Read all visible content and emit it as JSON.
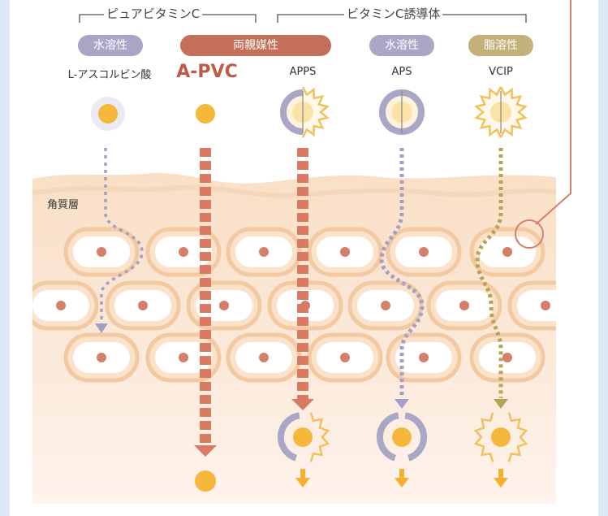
{
  "groups": {
    "pure": "ピュアビタミンC",
    "derivative": "ビタミンC誘導体"
  },
  "columns": [
    {
      "type": "水溶性",
      "name": "L-アスコルビン酸",
      "type_color": "#aaa6c6"
    },
    {
      "type": "両親媒性",
      "name": "A-PVC",
      "type_color": "#c46f59"
    },
    {
      "type": "",
      "name": "APPS",
      "type_color": "#aaa6c6"
    },
    {
      "type": "水溶性",
      "name": "APS",
      "type_color": "#aaa6c6"
    },
    {
      "type": "脂溶性",
      "name": "VCIP",
      "type_color": "#c2b178"
    }
  ],
  "skin_layer_label": "角質層",
  "colors": {
    "cell_border": "#f2c9a0",
    "nucleus": "#d47f6a",
    "arrow_red": "#d97a63",
    "arrow_purple": "#a39fc6",
    "arrow_olive": "#b6a455",
    "vc_core": "#f5b83a",
    "release_arrow": "#f5b030"
  }
}
